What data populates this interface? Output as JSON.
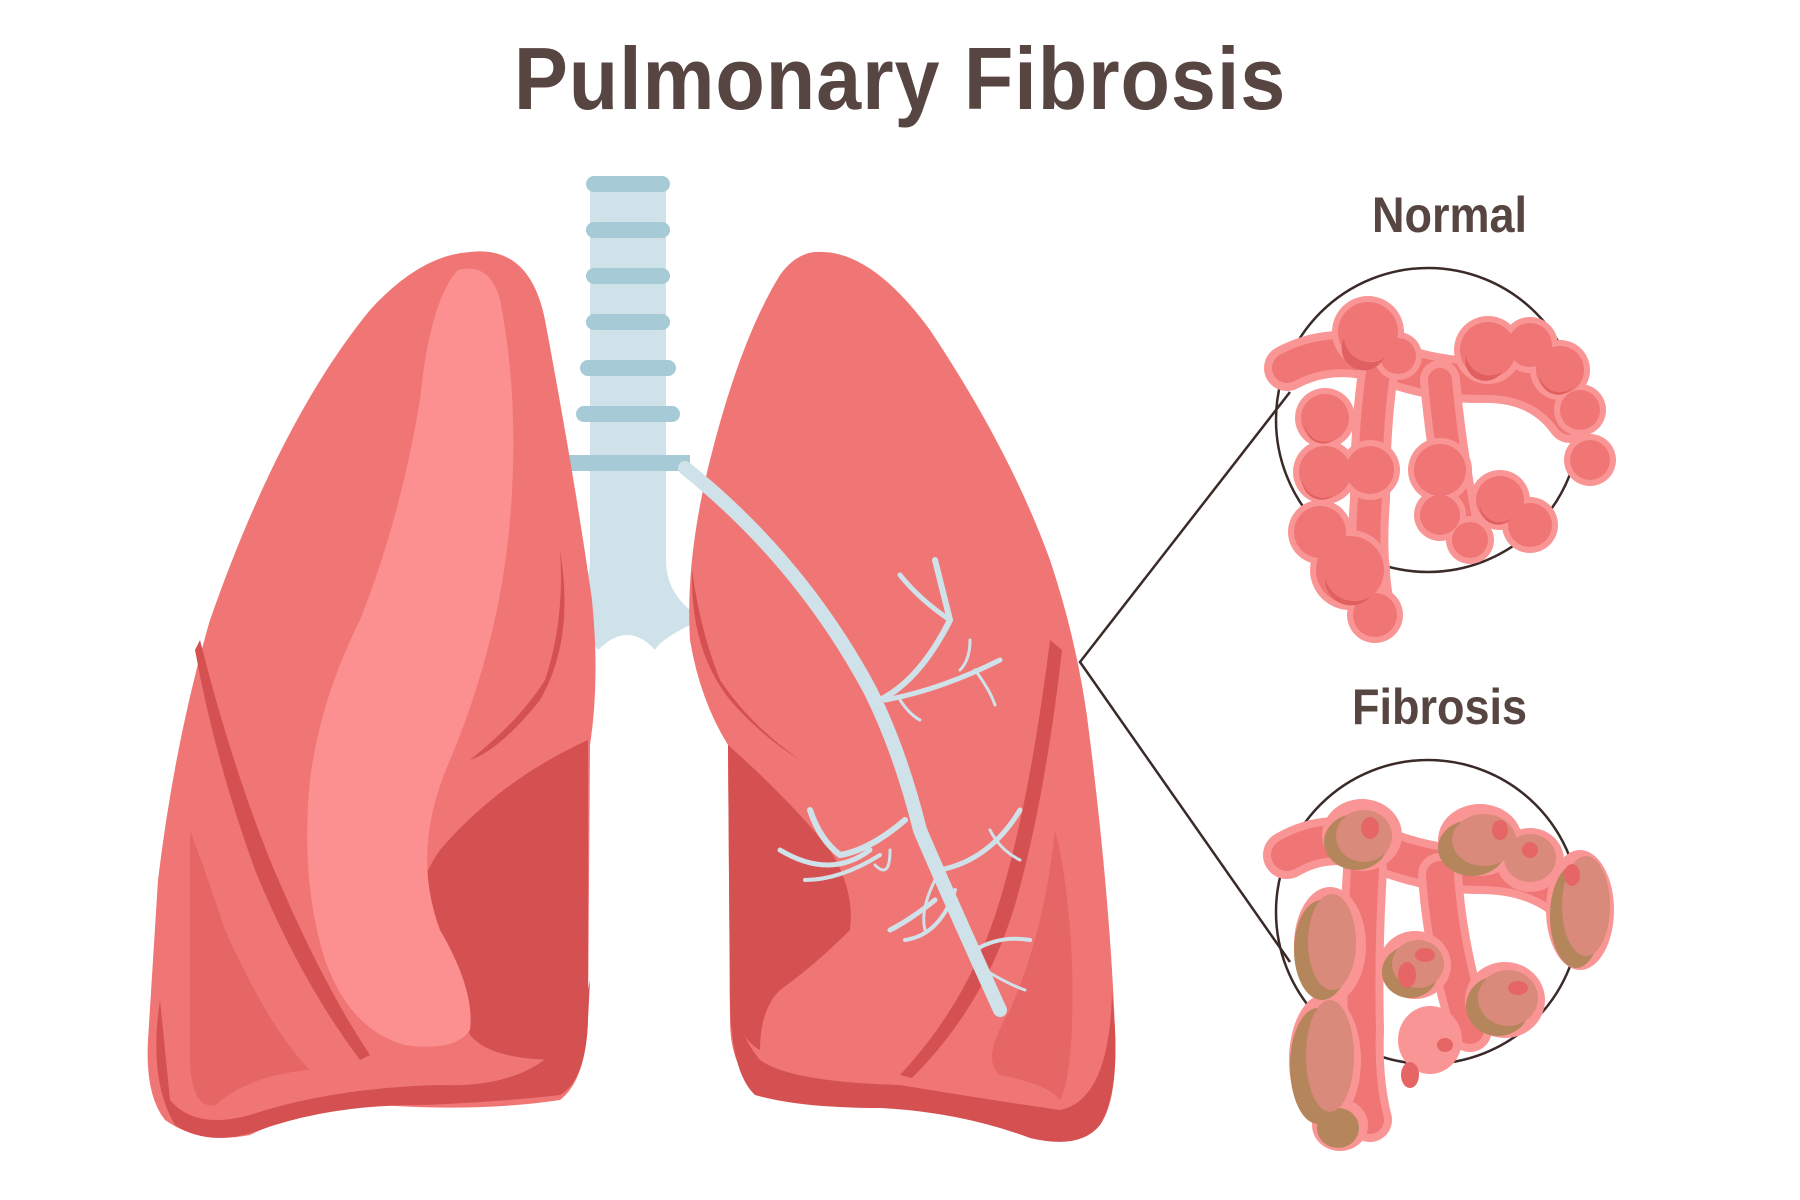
{
  "title": "Pulmonary Fibrosis",
  "panels": {
    "normal": {
      "label": "Normal"
    },
    "fibrosis": {
      "label": "Fibrosis"
    }
  },
  "colors": {
    "text": "#574542",
    "lung_base": "#f07676",
    "lung_highlight": "#fc9090",
    "lung_shadow": "#d55050",
    "lung_mid": "#e66565",
    "trachea": "#d0e2e9",
    "trachea_ring": "#a6cbd6",
    "alveoli_outer": "#fa9595",
    "alveoli": "#f07676",
    "alveoli_dark": "#e05f5f",
    "fibrosis_tissue": "#d98a7a",
    "fibrosis_dark": "#b5855c",
    "callout_line": "#3a2a28"
  }
}
